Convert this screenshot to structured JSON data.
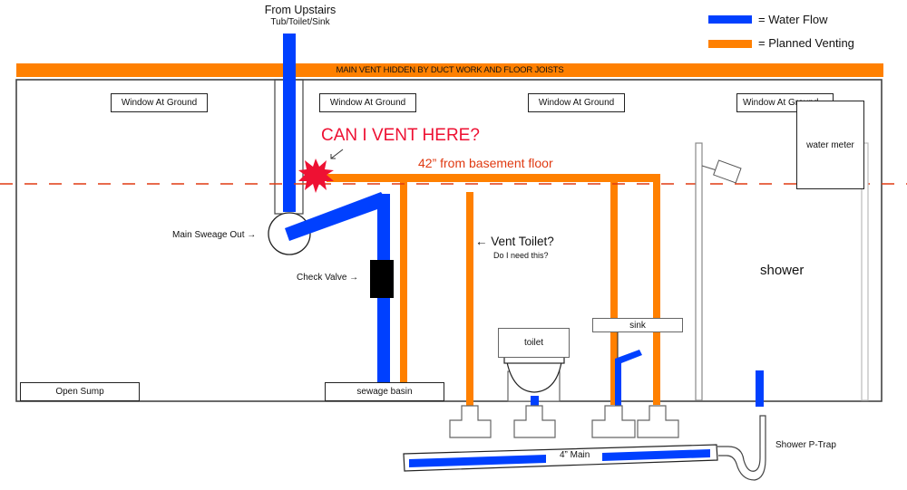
{
  "colors": {
    "water_flow": "#0040ff",
    "planned_venting": "#ff8000",
    "question": "#ee1133",
    "floor_line": "#e03a12",
    "outline": "#333333"
  },
  "legend": {
    "water_flow": "= Water Flow",
    "planned_venting": "= Planned Venting"
  },
  "header": {
    "title": "From Upstairs",
    "subtitle": "Tub/Toilet/Sink"
  },
  "main_vent_label": "MAIN VENT HIDDEN BY DUCT WORK AND FLOOR JOISTS",
  "windows": [
    "Window At Ground",
    "Window At Ground",
    "Window At Ground",
    "Window At Ground"
  ],
  "annotations": {
    "question": "CAN I VENT HERE?",
    "height_note": "42” from basement floor",
    "main_sewage": "Main Sweage Out →",
    "check_valve": "Check Valve →",
    "vent_toilet": "← Vent Toilet?",
    "vent_toilet_sub": "Do I need this?",
    "shower": "shower",
    "shower_trap": "Shower P-Trap",
    "main_pipe": "4” Main"
  },
  "fixtures": {
    "water_meter": "water meter",
    "sink": "sink",
    "toilet": "toilet",
    "open_sump": "Open Sump",
    "sewage_basin": "sewage basin"
  }
}
